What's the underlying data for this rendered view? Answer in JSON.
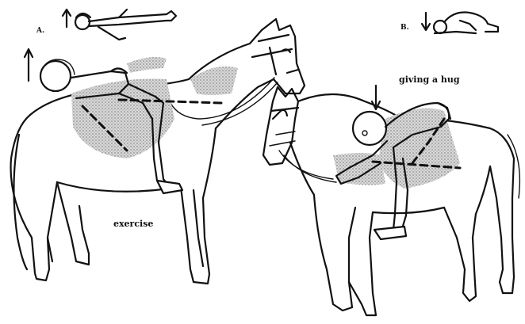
{
  "labels": {
    "a": "A.",
    "b": "B.",
    "giving_hug": "giving a hug",
    "exercise": "exercise"
  },
  "arrows": {
    "a_small": "up",
    "a_rider": "up",
    "b_small": "down",
    "b_rider": "down"
  },
  "colors": {
    "ink": "#111111",
    "paper": "#ffffff",
    "shading": "#9a9a9a"
  }
}
